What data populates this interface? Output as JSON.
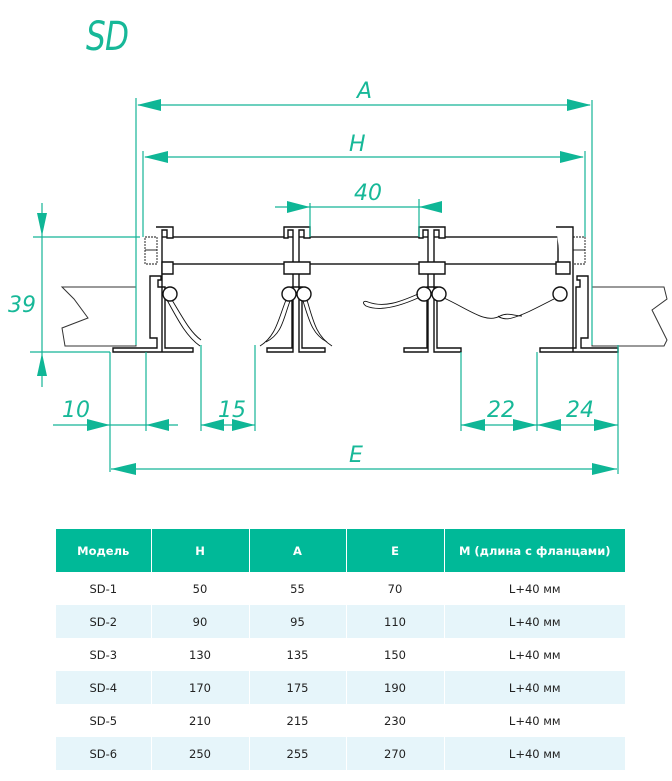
{
  "title": "SD",
  "diagram": {
    "dimensions": {
      "A": "A",
      "H": "H",
      "E": "E",
      "pitch": "40",
      "height": "39",
      "flange_left": "10",
      "gap": "15",
      "gap_right": "22",
      "flange_right": "24"
    },
    "colors": {
      "dimension": "#14b497",
      "outline": "#111111"
    }
  },
  "table": {
    "headers": [
      "Модель",
      "H",
      "A",
      "E",
      "M (длина с фланцами)"
    ],
    "rows": [
      [
        "SD-1",
        "50",
        "55",
        "70",
        "L+40 мм"
      ],
      [
        "SD-2",
        "90",
        "95",
        "110",
        "L+40 мм"
      ],
      [
        "SD-3",
        "130",
        "135",
        "150",
        "L+40 мм"
      ],
      [
        "SD-4",
        "170",
        "175",
        "190",
        "L+40 мм"
      ],
      [
        "SD-5",
        "210",
        "215",
        "230",
        "L+40 мм"
      ],
      [
        "SD-6",
        "250",
        "255",
        "270",
        "L+40 мм"
      ]
    ],
    "colors": {
      "header_bg": "#00b998",
      "header_text": "#ffffff",
      "stripe": "#e6f5fa"
    }
  }
}
